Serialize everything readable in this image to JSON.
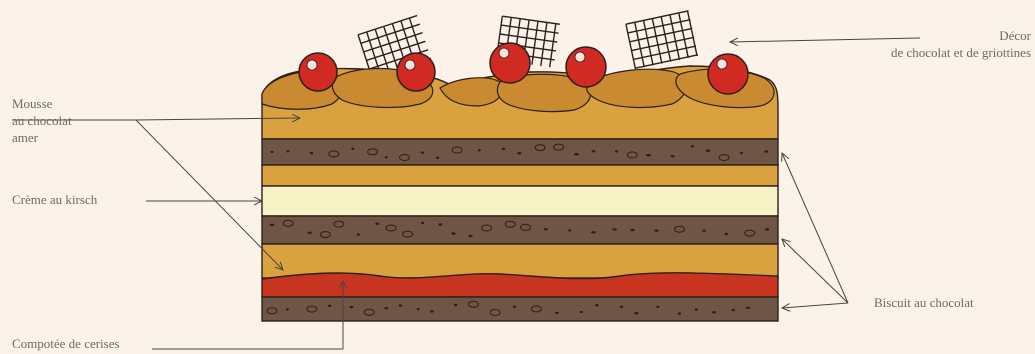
{
  "labels": {
    "mousse": [
      "Mousse",
      "au chocolat",
      "amer"
    ],
    "creme": "Crème au kirsch",
    "compotee": "Compotée de cerises",
    "decor": [
      "Décor",
      "de chocolat et de griottines"
    ],
    "biscuit": "Biscuit au chocolat"
  },
  "colors": {
    "background": "#fbf3ea",
    "mousse": "#d9a23f",
    "mousse_top": "#c98a32",
    "biscuit": "#6e5546",
    "creme": "#f7f1c6",
    "compotee": "#c8341f",
    "cherry": "#d02a22",
    "outline": "#2d2019",
    "label": "#6e6a66"
  }
}
